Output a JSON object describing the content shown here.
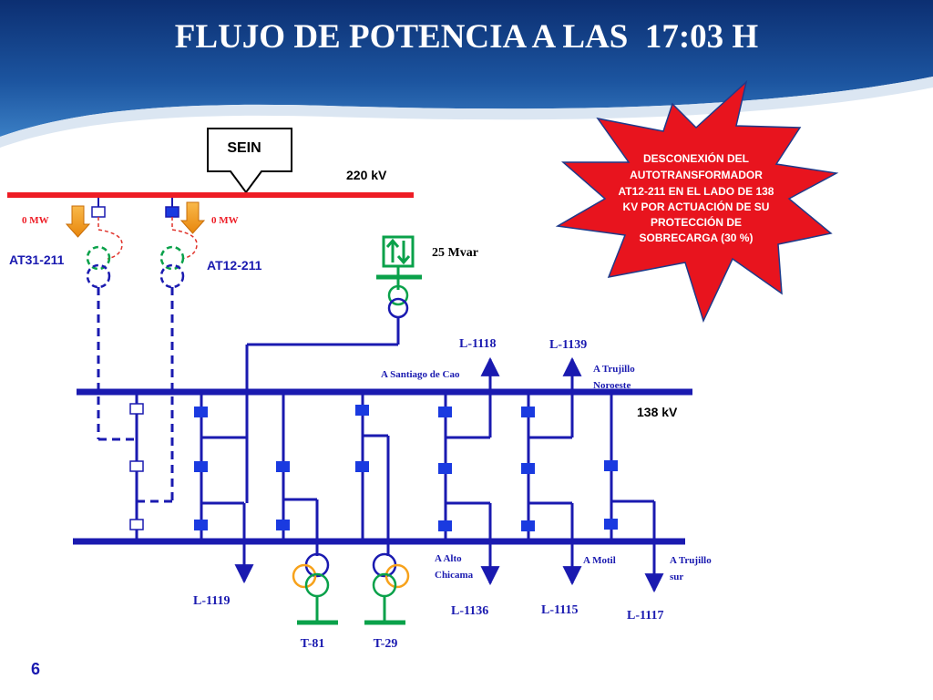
{
  "slide": {
    "title": "FLUJO DE POTENCIA A LAS  17:03 H",
    "page_number": "6"
  },
  "sein": {
    "label": "SEIN"
  },
  "buses": {
    "kv220": "220 kV",
    "kv138": "138 kV"
  },
  "autotransformers": {
    "at31": {
      "name": "AT31-211",
      "flow": "0 MW"
    },
    "at12": {
      "name": "AT12-211",
      "flow": "0 MW"
    }
  },
  "compensator": {
    "label": "25 Mvar"
  },
  "lines": {
    "l1118": {
      "name": "L-1118",
      "destination": "A Santiago de Cao"
    },
    "l1139": {
      "name": "L-1139",
      "destination_1": "A Trujillo",
      "destination_2": "Noroeste"
    },
    "l1119": {
      "name": "L-1119"
    },
    "l1136": {
      "name": "L-1136",
      "destination_1": "A Alto",
      "destination_2": "Chicama"
    },
    "l1115": {
      "name": "L-1115",
      "destination": "A Motil"
    },
    "l1117": {
      "name": "L-1117",
      "destination_1": "A Trujillo",
      "destination_2": "sur"
    }
  },
  "transformers": {
    "t81": {
      "name": "T-81"
    },
    "t29": {
      "name": "T-29"
    }
  },
  "alert": {
    "lines": [
      "DESCONEXIÓN DEL",
      "AUTOTRANSFORMADOR",
      "AT12-211 EN EL LADO DE 138",
      "KV POR ACTUACIÓN DE SU",
      "PROTECCIÓN DE",
      "SOBRECARGA (30 %)"
    ]
  },
  "colors": {
    "bus_220": "#ee1c25",
    "bus_138": "#1a1ab0",
    "alert_fill": "#e8141e",
    "arrow": "#f7a21b",
    "green": "#0aa14a",
    "orange_winding": "#f7a21b"
  }
}
